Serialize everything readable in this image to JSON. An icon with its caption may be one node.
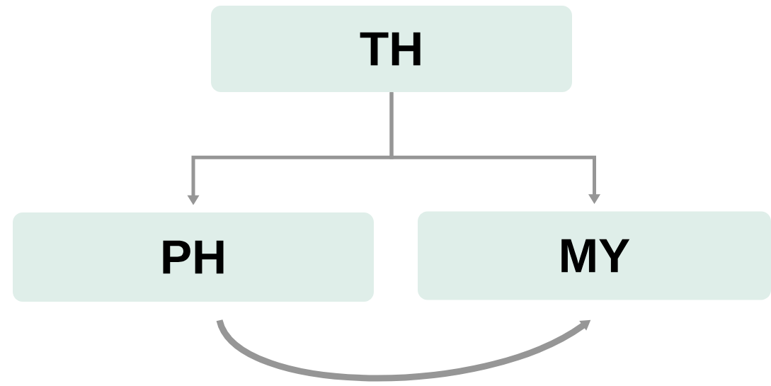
{
  "diagram": {
    "nodes": [
      {
        "text": [
          "TH"
        ]
      },
      {
        "text": [
          "PH"
        ]
      },
      {
        "text": [
          "MY"
        ]
      }
    ],
    "edges": [
      {
        "from": 0,
        "to": 1,
        "arrow": "to"
      },
      {
        "from": 0,
        "to": 2,
        "arrow": "to"
      },
      {
        "from": 1,
        "to": 2,
        "arrow": "to",
        "style": "thick"
      }
    ]
  }
}
